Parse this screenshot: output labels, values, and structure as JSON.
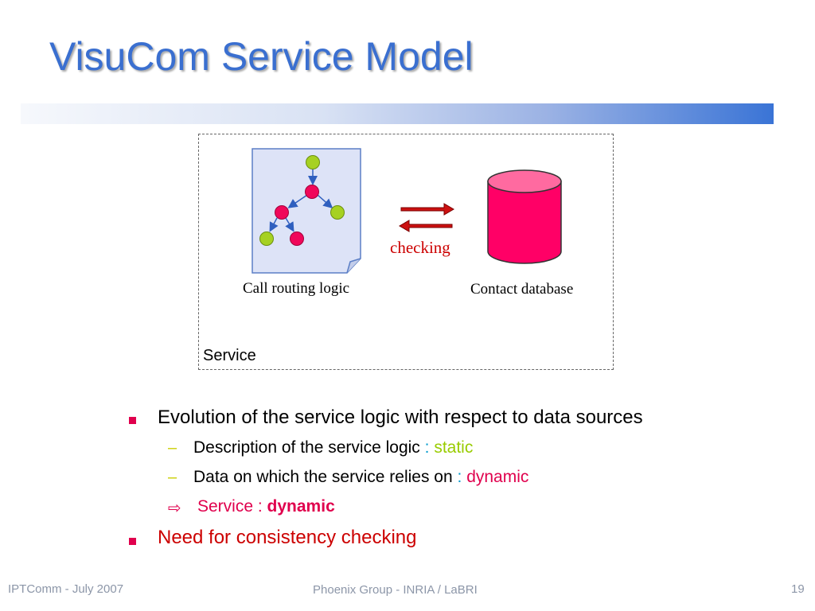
{
  "slide": {
    "title": "VisuCom Service Model"
  },
  "diagram": {
    "service_label": "Service",
    "logic_label": "Call routing logic",
    "database_label": "Contact database",
    "checking_label": "checking"
  },
  "bullets": {
    "item1": "Evolution of the service logic with respect to data sources",
    "sub1_text": "Description of the service logic",
    "sub1_colon": ":",
    "sub1_value": "static",
    "sub2_text": "Data on which the service relies on",
    "sub2_colon": ":",
    "sub2_value": "dynamic",
    "sub3_text": "Service :",
    "sub3_value": "dynamic",
    "item2": "Need for consistency checking",
    "dash_glyph": "–",
    "arrow_glyph": "⇨"
  },
  "footer": {
    "left": "IPTComm - July 2007",
    "center": "Phoenix Group  - INRIA / LaBRI",
    "page": "19"
  },
  "colors": {
    "title": "#3a6fd0",
    "accent_pink": "#e0004d",
    "static_green": "#99cc00",
    "dynamic_pink": "#e0004d",
    "checking_red": "#cc0000",
    "colon_blue": "#0099cc"
  }
}
